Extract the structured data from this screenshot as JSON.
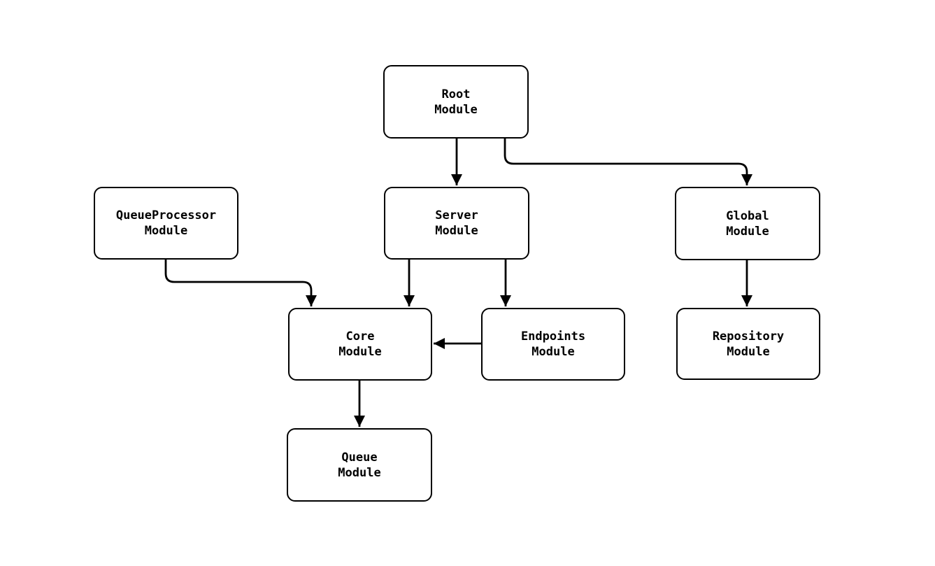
{
  "diagram": {
    "type": "module-dependency-graph",
    "colors": {
      "background": "#ffffff",
      "node_fill": "#ffffff",
      "node_border": "#000000",
      "edge": "#000000",
      "text": "#000000"
    },
    "nodes": [
      {
        "id": "root",
        "label": "Root\nModule"
      },
      {
        "id": "queueprocessor",
        "label": "QueueProcessor\nModule"
      },
      {
        "id": "server",
        "label": "Server\nModule"
      },
      {
        "id": "global",
        "label": "Global\nModule"
      },
      {
        "id": "core",
        "label": "Core\nModule"
      },
      {
        "id": "endpoints",
        "label": "Endpoints\nModule"
      },
      {
        "id": "repository",
        "label": "Repository\nModule"
      },
      {
        "id": "queue",
        "label": "Queue\nModule"
      }
    ],
    "edges": [
      {
        "from": "root",
        "to": "server"
      },
      {
        "from": "root",
        "to": "global"
      },
      {
        "from": "queueprocessor",
        "to": "core"
      },
      {
        "from": "server",
        "to": "core"
      },
      {
        "from": "server",
        "to": "endpoints"
      },
      {
        "from": "endpoints",
        "to": "core"
      },
      {
        "from": "global",
        "to": "repository"
      },
      {
        "from": "core",
        "to": "queue"
      }
    ]
  }
}
